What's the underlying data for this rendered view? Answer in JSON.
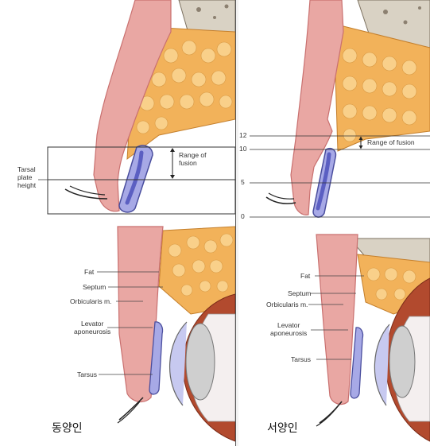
{
  "left": {
    "caption": "동양인",
    "range_label_1": "Range of",
    "range_label_2": "fusion",
    "tarsal_1": "Tarsal",
    "tarsal_2": "plate",
    "tarsal_3": "height",
    "labels": {
      "fat": "Fat",
      "septum": "Septum",
      "orbicularis": "Orbicularis m.",
      "levator_1": "Levator",
      "levator_2": "aponeurosis",
      "tarsus": "Tarsus"
    }
  },
  "right": {
    "caption": "서양인",
    "range_label": "Range of fusion",
    "ticks": [
      "12",
      "10",
      "5",
      "0"
    ],
    "labels": {
      "fat": "Fat",
      "septum": "Septum",
      "orbicularis": "Orbicularis m.",
      "levator_1": "Levator",
      "levator_2": "aponeurosis",
      "tarsus": "Tarsus"
    }
  },
  "colors": {
    "skin": "#e9a7a3",
    "skin_dark": "#c9706f",
    "fat": "#f2b25a",
    "fat_light": "#f9d08a",
    "bone": "#d9d2c4",
    "tarsus": "#a7a9e6",
    "tarsus_core": "#5b5fc2",
    "globe": "#b24a2e",
    "lens": "#cfcfcf"
  }
}
